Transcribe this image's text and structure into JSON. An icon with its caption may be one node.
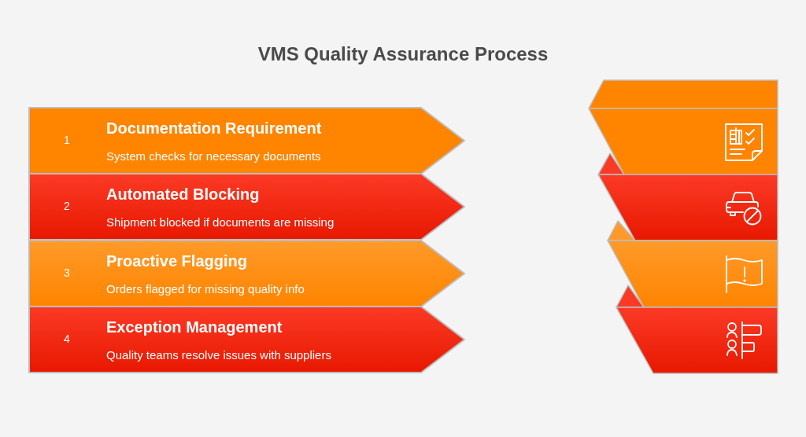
{
  "diagram": {
    "title": "VMS Quality Assurance Process",
    "nodes": [
      {
        "text": [
          "1",
          "Documentation Requirement",
          "System checks for necessary documents"
        ]
      },
      {
        "text": [
          "2",
          "Automated Blocking",
          "Shipment blocked if documents are missing"
        ]
      },
      {
        "text": [
          "3",
          "Proactive Flagging",
          "Orders flagged for missing quality info"
        ]
      },
      {
        "text": [
          "4",
          "Exception Management",
          "Quality teams resolve issues with suppliers"
        ]
      }
    ]
  }
}
